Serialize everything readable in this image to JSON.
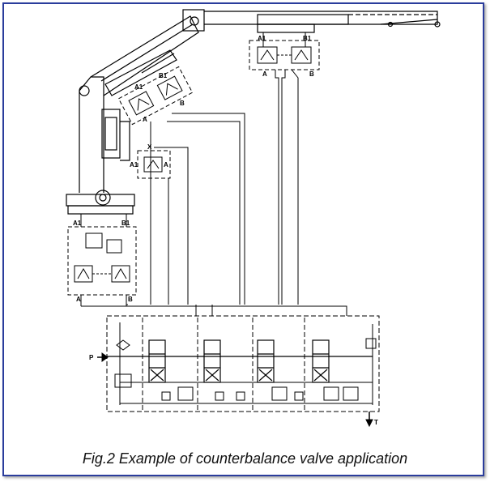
{
  "caption": "Fig.2 Example of counterbalance valve application",
  "labels": {
    "top_a1": "A1",
    "top_b1": "B1",
    "top_a": "A",
    "top_b": "B",
    "mid_a1": "A1",
    "mid_b1": "B1",
    "mid_a": "A",
    "mid_b": "B",
    "single_x": "X",
    "single_a1": "A1",
    "single_a": "A",
    "base_a1": "A1",
    "base_b1": "B1",
    "base_a": "A",
    "base_b": "B",
    "pressure": "P",
    "tank": "T"
  },
  "colors": {
    "frame": "#2a3c9c",
    "line": "#000000"
  }
}
